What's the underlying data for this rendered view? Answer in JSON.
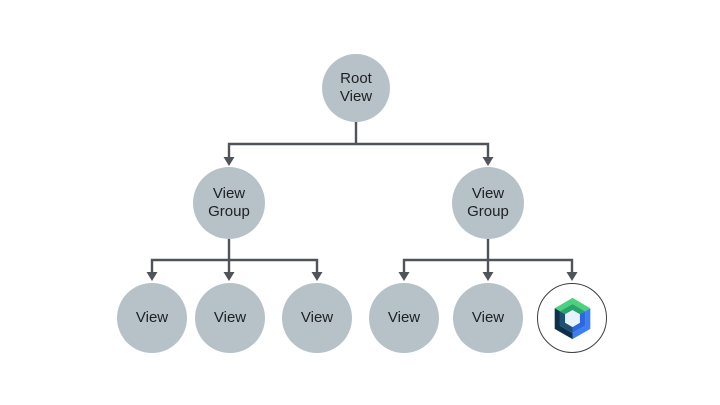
{
  "tree": {
    "root": {
      "label": "Root View",
      "children": [
        {
          "label": "View Group",
          "children": [
            {
              "label": "View"
            },
            {
              "label": "View"
            },
            {
              "label": "View"
            }
          ]
        },
        {
          "label": "View Group",
          "children": [
            {
              "label": "View"
            },
            {
              "label": "View"
            },
            {
              "icon": "jetpack-compose-logo"
            }
          ]
        }
      ]
    }
  },
  "colors": {
    "node_fill": "#b7c2c8",
    "connector": "#4f545a",
    "label_text": "#202124",
    "logo_ring": "#3c4043",
    "logo": {
      "green": "#4cd180",
      "green_dark": "#27a56c",
      "blue": "#3e7ef5",
      "blue_dark": "#2c68dd",
      "navy": "#0e2f4b",
      "navy_light": "#1f5071",
      "center": "#e6f2fc"
    }
  }
}
